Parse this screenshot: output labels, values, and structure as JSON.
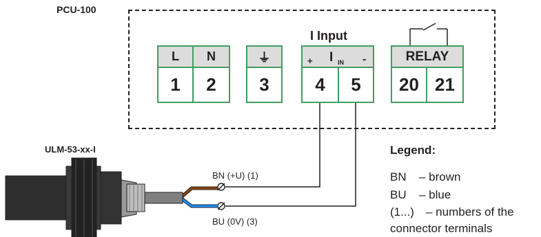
{
  "device": {
    "name": "PCU-100",
    "input_group": "I Input"
  },
  "terminals": {
    "power": {
      "head": [
        "L",
        "N"
      ],
      "numbers": [
        "1",
        "2"
      ]
    },
    "ground": {
      "head": "⏚",
      "number": "3"
    },
    "input": {
      "plus": "+",
      "label_main": "I",
      "label_sub": "IN",
      "minus": "-",
      "numbers": [
        "4",
        "5"
      ]
    },
    "relay": {
      "head": "RELAY",
      "numbers": [
        "20",
        "21"
      ]
    }
  },
  "sensor": {
    "name": "ULM-53-xx-I"
  },
  "wires": {
    "bn": {
      "label": "BN (+U) (1)",
      "color": "#8b4513"
    },
    "bu": {
      "label": "BU (0V) (3)",
      "color": "#1e90ff"
    }
  },
  "legend": {
    "title": "Legend:",
    "items": [
      {
        "code": "BN",
        "desc": "– brown"
      },
      {
        "code": "BU",
        "desc": "– blue"
      },
      {
        "code": "(1...)",
        "desc": "– numbers of the"
      }
    ],
    "continuation": "connector terminals"
  },
  "colors": {
    "terminal_border": "#3f9e60",
    "terminal_head": "#dcdcdc",
    "line": "#231f20"
  }
}
